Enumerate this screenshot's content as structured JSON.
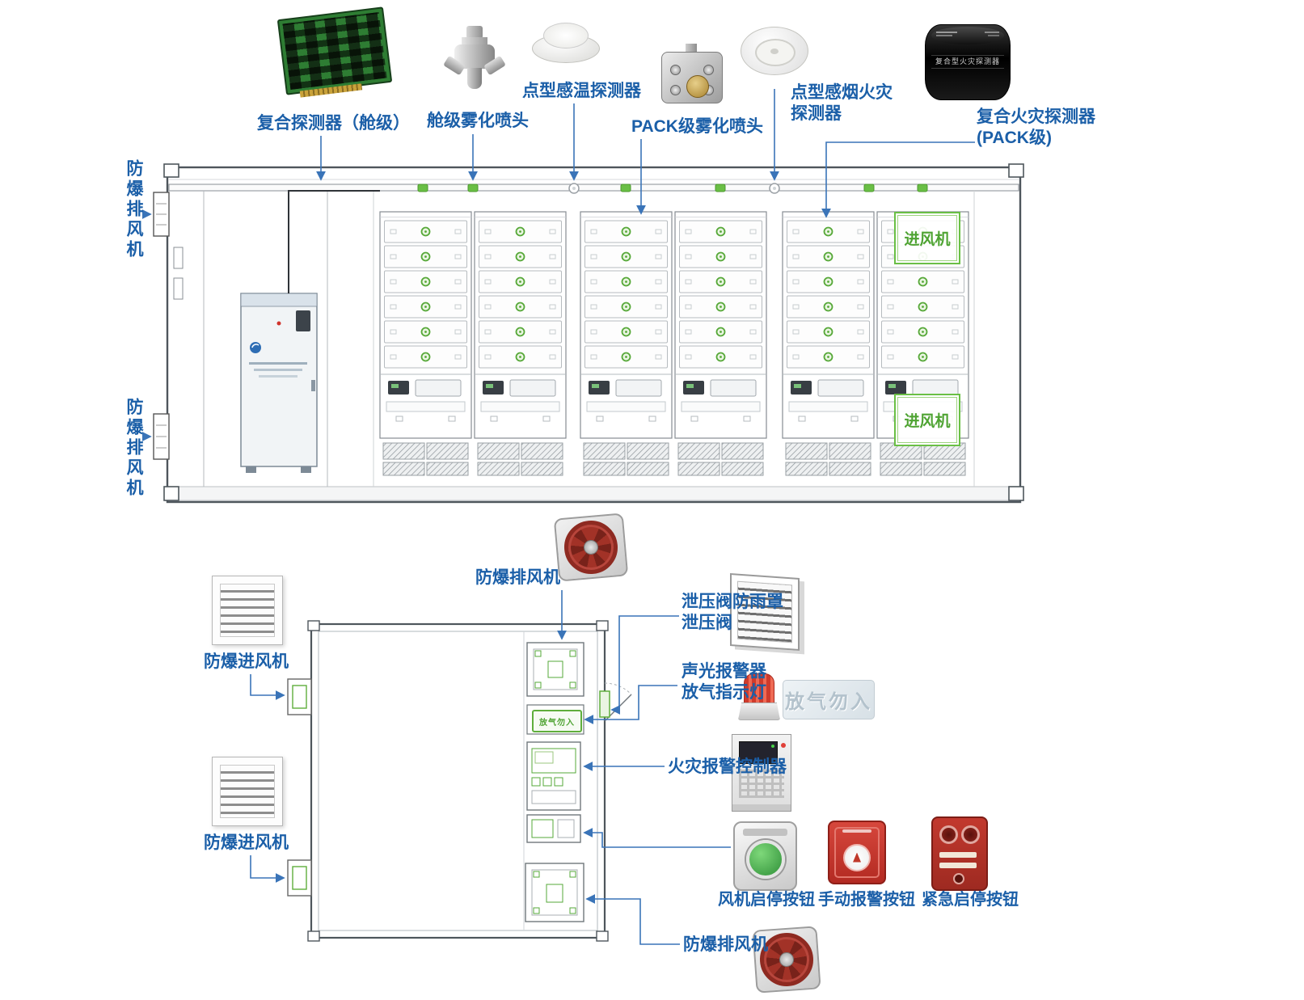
{
  "colors": {
    "label_blue": "#1b5fa8",
    "connector_blue": "#3a74b8",
    "accent_green": "#56a838",
    "alarm_red": "#c0392b"
  },
  "top_view": {
    "labels": {
      "composite_detector_cabin": "复合探测器（舱级）",
      "cabin_atomizing_nozzle": "舱级雾化喷头",
      "point_heat_detector": "点型感温探测器",
      "pack_atomizing_nozzle": "PACK级雾化喷头",
      "point_smoke_detector": [
        "点型感烟火灾",
        "探测器"
      ],
      "composite_detector_pack": [
        "复合火灾探测器",
        "(PACK级)"
      ],
      "exhaust_fan_upper": "防爆排风机",
      "exhaust_fan_lower": "防爆排风机",
      "intake_fan_upper": "进风机",
      "intake_fan_lower": "进风机"
    }
  },
  "plan_view": {
    "labels": {
      "exhaust_fan_top": "防爆排风机",
      "relief_valve": [
        "泄压阀防雨罩",
        "泄压阀"
      ],
      "sound_light_alarm": [
        "声光报警器",
        "放气指示灯"
      ],
      "fire_alarm_controller": "火灾报警控制器",
      "fan_start_stop_button": "风机启停按钮",
      "manual_alarm_button": "手动报警按钮",
      "emergency_start_stop_button": "紧急启停按钮",
      "intake_fan_1": "防爆进风机",
      "intake_fan_2": "防爆进风机",
      "exhaust_fan_bottom": "防爆排风机",
      "gas_warning_sign": "放气勿入",
      "gas_warning_badge": "放气勿入"
    }
  },
  "device_texts": {
    "black_detector_label": "复合型火灾探测器"
  }
}
